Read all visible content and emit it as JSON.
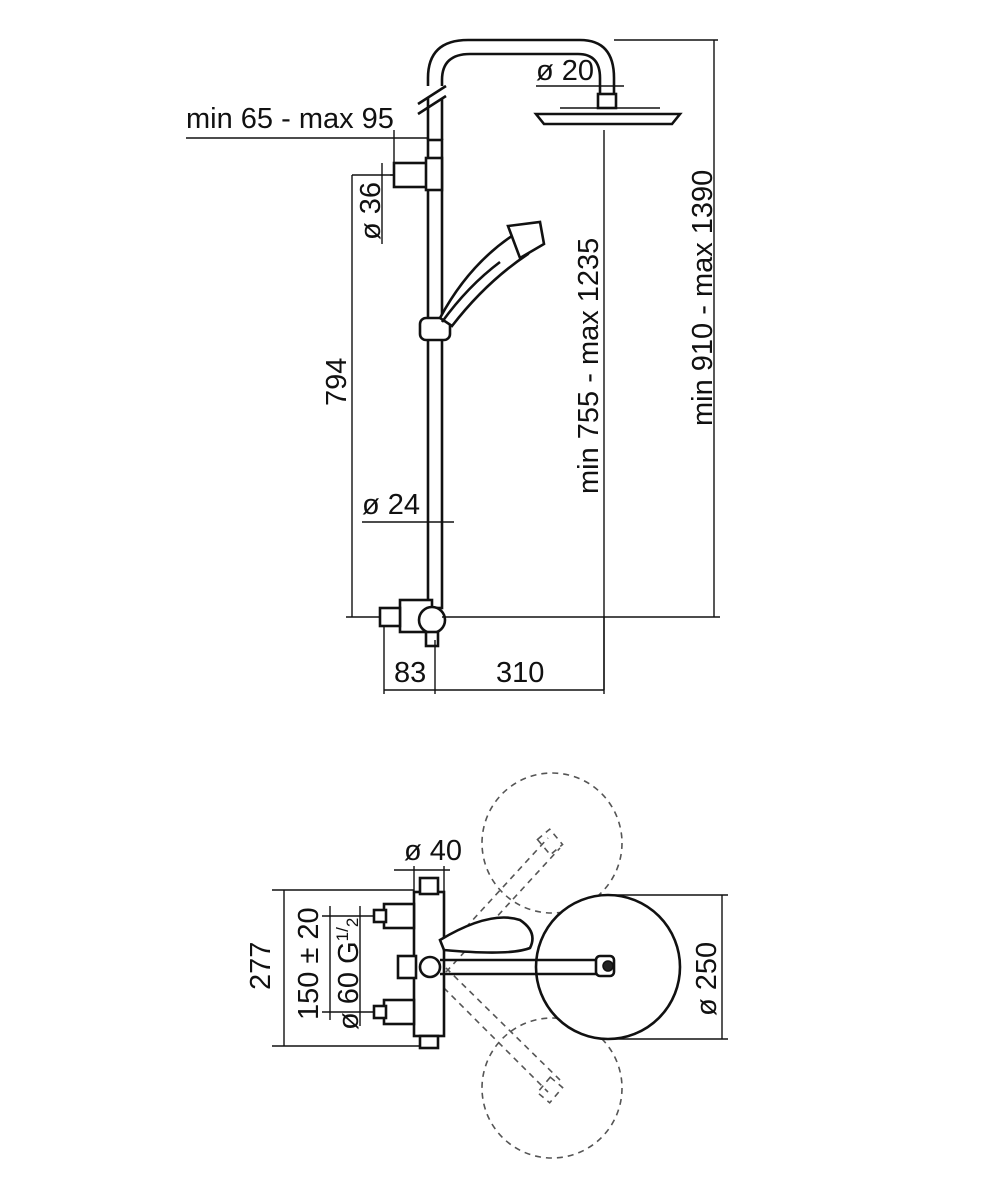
{
  "side_view": {
    "arm_offset_label": "min 65 - max 95",
    "head_pipe_diameter_label": "ø 20",
    "wall_bracket_diameter_label": "ø 36",
    "bracket_to_mixer_label": "794",
    "riser_diameter_label": "ø 24",
    "head_height_label": "min 755 - max 1235",
    "total_height_label": "min 910 - max 1390",
    "wall_to_riser_label": "83",
    "riser_to_head_label": "310"
  },
  "top_view": {
    "mixer_diameter_label": "ø 40",
    "overall_depth_label": "277",
    "inlet_spacing_label": "150 ± 20",
    "inlet_diameter_label": "ø 60 G",
    "thread_sup": "1",
    "thread_sub": "2",
    "head_diameter_label": "ø 250"
  }
}
